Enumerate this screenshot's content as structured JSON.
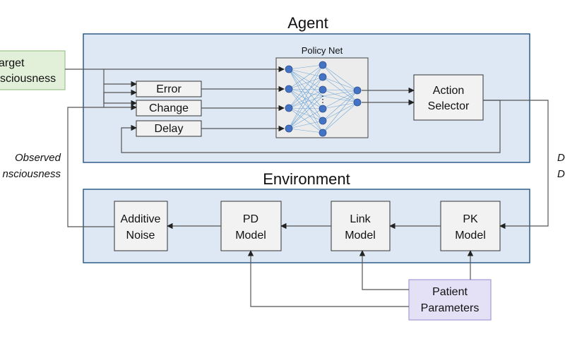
{
  "agent": {
    "title": "Agent",
    "policy_net_label": "Policy Net",
    "error_label": "Error",
    "change_label": "Change",
    "delay_label": "Delay",
    "action_selector_line1": "Action",
    "action_selector_line2": "Selector"
  },
  "inputs": {
    "target_line1": "arget",
    "target_line2": "sciousness"
  },
  "observed": {
    "line1": "Observed",
    "line2": "nsciousness"
  },
  "right_label": {
    "line1": "D",
    "line2": "D"
  },
  "environment": {
    "title": "Environment",
    "noise_line1": "Additive",
    "noise_line2": "Noise",
    "pd_line1": "PD",
    "pd_line2": "Model",
    "link_line1": "Link",
    "link_line2": "Model",
    "pk_line1": "PK",
    "pk_line2": "Model"
  },
  "patient": {
    "line1": "Patient",
    "line2": "Parameters"
  },
  "policy_net": {
    "layers": [
      4,
      7,
      2
    ],
    "ellipsis": "⋮"
  },
  "colors": {
    "panel_fill": "#dde8f4",
    "panel_stroke": "#2e5c8a",
    "target_fill": "#e2efd9",
    "target_stroke": "#9cc48a",
    "patient_fill": "#e4e1f7",
    "patient_stroke": "#a49ad6",
    "node_fill": "#4472c4",
    "box_fill": "#f2f2f2",
    "net_fill": "#ececec"
  }
}
